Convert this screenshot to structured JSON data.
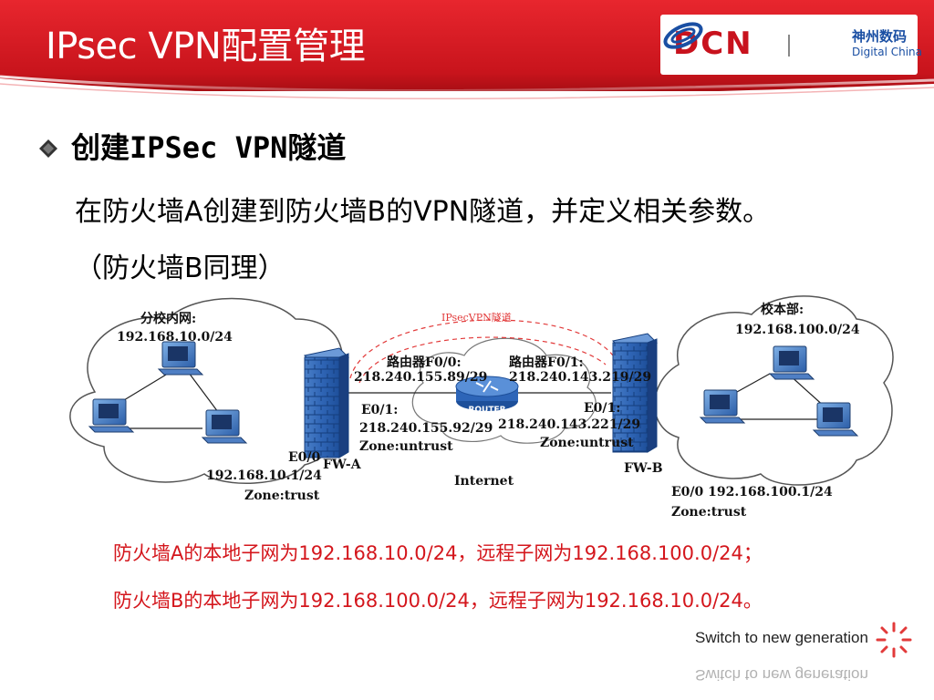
{
  "header": {
    "title": "IPsec VPN配置管理",
    "brand": "DCN",
    "brand_cn": "神州数码",
    "brand_en": "Digital China"
  },
  "content": {
    "heading": "创建IPSec VPN隧道",
    "para1": "在防火墙A创建到防火墙B的VPN隧道，并定义相关参数。",
    "para2": "（防火墙B同理）"
  },
  "diagram": {
    "left_zone_name": "分校内网:",
    "left_zone_subnet": "192.168.10.0/24",
    "right_zone_name": "校本部:",
    "right_zone_subnet": "192.168.100.0/24",
    "tunnel_label": "IPsecVPN隧道",
    "router_label": "ROUTER",
    "router_f00_label": "路由器F0/0:",
    "router_f00_ip": "218.240.155.89/29",
    "router_f01_label": "路由器F0/1:",
    "router_f01_ip": "218.240.143.219/29",
    "fwa_e01_label": "E0/1:",
    "fwa_e01_ip": "218.240.155.92/29",
    "fwa_e01_zone": "Zone:untrust",
    "fwb_e01_label": "E0/1:",
    "fwb_e01_ip": "218.240.143.221/29",
    "fwb_e01_zone": "Zone:untrust",
    "fwa_e00_label": "E0/0",
    "fwa_name": "FW-A",
    "fwa_e00_ip": "192.168.10.1/24",
    "fwa_e00_zone": "Zone:trust",
    "fwb_name": "FW-B",
    "fwb_e00": "E0/0  192.168.100.1/24",
    "fwb_e00_zone": "Zone:trust",
    "internet_label": "Internet"
  },
  "notes": {
    "line1": "防火墙A的本地子网为192.168.10.0/24，远程子网为192.168.100.0/24；",
    "line2": "防火墙B的本地子网为192.168.100.0/24，远程子网为192.168.10.0/24。"
  },
  "footer": {
    "slogan": "Switch to new generation"
  },
  "colors": {
    "header_red": "#d81e26",
    "note_red": "#d4161c",
    "brand_blue": "#1a4fa3",
    "tunnel_red": "#e23a3a"
  }
}
